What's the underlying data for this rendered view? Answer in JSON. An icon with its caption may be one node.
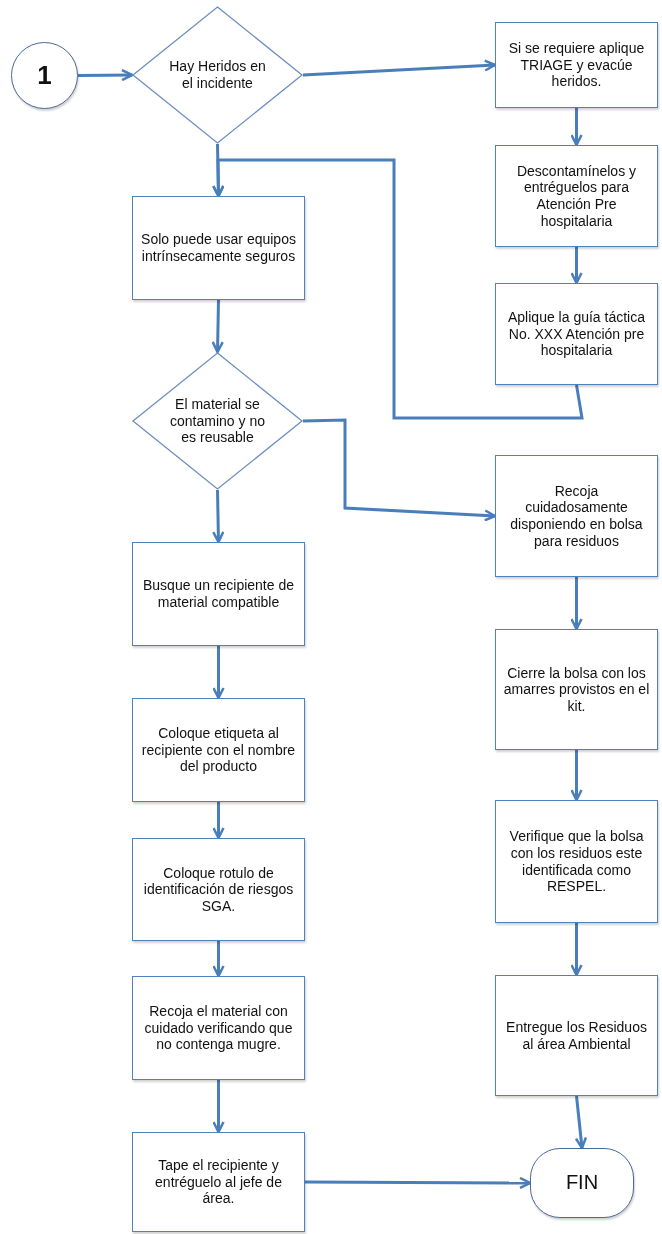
{
  "diagram": {
    "nodes": [
      {
        "text": [
          "1"
        ]
      },
      {
        "text": [
          "Hay Heridos en el incidente"
        ]
      },
      {
        "text": [
          "Si se requiere aplique TRIAGE y evacúe heridos."
        ]
      },
      {
        "text": [
          "Descontamínelos y entréguelos para Atención Pre hospitalaria"
        ]
      },
      {
        "text": [
          "Aplique la guía táctica No. XXX Atención pre hospitalaria"
        ]
      },
      {
        "text": [
          "Solo puede usar equipos intrínsecamente seguros"
        ]
      },
      {
        "text": [
          "El material se contamino y no es reusable"
        ]
      },
      {
        "text": [
          "Recoja cuidadosamente disponiendo en bolsa para residuos"
        ]
      },
      {
        "text": [
          "Busque un recipiente de material compatible"
        ]
      },
      {
        "text": [
          "Cierre la bolsa con los amarres provistos en el kit."
        ]
      },
      {
        "text": [
          "Coloque etiqueta al recipiente con el nombre del producto"
        ]
      },
      {
        "text": [
          "Verifique que la bolsa con los residuos este identificada como RESPEL."
        ]
      },
      {
        "text": [
          "Coloque rotulo de identificación de riesgos SGA."
        ]
      },
      {
        "text": [
          "Recoja el material con cuidado verificando que no contenga mugre."
        ]
      },
      {
        "text": [
          "Entregue los Residuos al área Ambiental"
        ]
      },
      {
        "text": [
          "Tape el recipiente y entréguelo al jefe de área."
        ]
      },
      {
        "text": [
          "FIN"
        ]
      }
    ],
    "edges": [
      {
        "from": 0,
        "to": 1,
        "arrow": "to"
      },
      {
        "from": 1,
        "to": 2,
        "arrow": "to"
      },
      {
        "from": 2,
        "to": 3,
        "arrow": "to"
      },
      {
        "from": 3,
        "to": 4,
        "arrow": "to"
      },
      {
        "from": 1,
        "to": 5,
        "arrow": "to"
      },
      {
        "from": 4,
        "to": 5,
        "arrow": "to"
      },
      {
        "from": 5,
        "to": 6,
        "arrow": "to"
      },
      {
        "from": 6,
        "to": 7,
        "arrow": "to"
      },
      {
        "from": 6,
        "to": 8,
        "arrow": "to"
      },
      {
        "from": 7,
        "to": 9,
        "arrow": "to"
      },
      {
        "from": 9,
        "to": 11,
        "arrow": "to"
      },
      {
        "from": 11,
        "to": 14,
        "arrow": "to"
      },
      {
        "from": 14,
        "to": 16,
        "arrow": "to"
      },
      {
        "from": 8,
        "to": 10,
        "arrow": "to"
      },
      {
        "from": 10,
        "to": 12,
        "arrow": "to"
      },
      {
        "from": 12,
        "to": 13,
        "arrow": "to"
      },
      {
        "from": 13,
        "to": 15,
        "arrow": "to"
      },
      {
        "from": 15,
        "to": 16,
        "arrow": "to"
      }
    ]
  }
}
